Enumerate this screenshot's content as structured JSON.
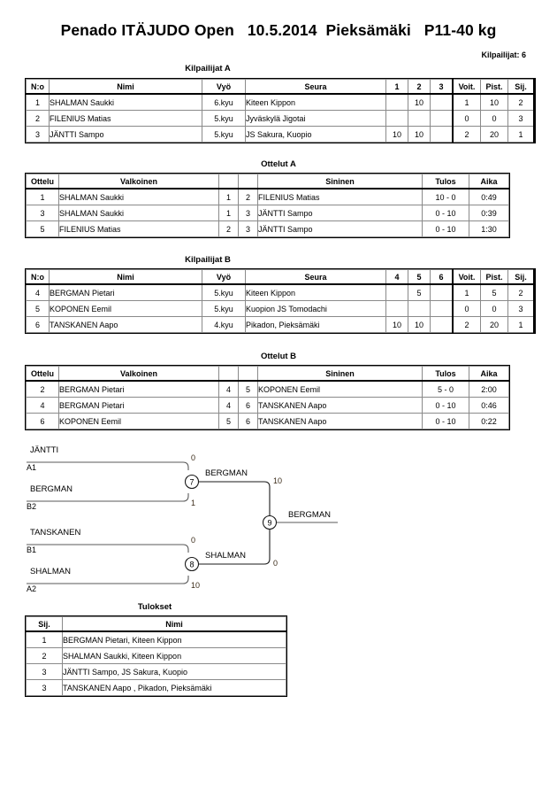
{
  "header": {
    "title": "Penado ITÄJUDO Open   10.5.2014  Pieksämäki   P11-40 kg",
    "entrant_count_label": "Kilpailijat: 6"
  },
  "pool_a": {
    "caption": "Kilpailijat A",
    "columns": [
      "N:o",
      "Nimi",
      "Vyö",
      "Seura",
      "1",
      "2",
      "3",
      "Voit.",
      "Pist.",
      "Sij."
    ],
    "rows": [
      {
        "no": "1",
        "name": "SHALMAN Saukki",
        "belt": "6.kyu",
        "club": "Kiteen Kippon",
        "m1": "",
        "m2": "10",
        "m3": "",
        "wins": "1",
        "points": "10",
        "rank": "2"
      },
      {
        "no": "2",
        "name": "FILENIUS Matias",
        "belt": "5.kyu",
        "club": "Jyväskylä Jigotai",
        "m1": "",
        "m2": "",
        "m3": "",
        "wins": "0",
        "points": "0",
        "rank": "3"
      },
      {
        "no": "3",
        "name": "JÄNTTI Sampo",
        "belt": "5.kyu",
        "club": "JS Sakura, Kuopio",
        "m1": "10",
        "m2": "10",
        "m3": "",
        "wins": "2",
        "points": "20",
        "rank": "1"
      }
    ]
  },
  "bouts_a": {
    "caption": "Ottelut A",
    "columns": [
      "Ottelu",
      "Valkoinen",
      "",
      "",
      "Sininen",
      "Tulos",
      "Aika"
    ],
    "rows": [
      {
        "bout": "1",
        "white": "SHALMAN Saukki",
        "n1": "1",
        "n2": "2",
        "blue": "FILENIUS Matias",
        "result": "10 - 0",
        "time": "0:49"
      },
      {
        "bout": "3",
        "white": "SHALMAN Saukki",
        "n1": "1",
        "n2": "3",
        "blue": "JÄNTTI Sampo",
        "result": "0 - 10",
        "time": "0:39"
      },
      {
        "bout": "5",
        "white": "FILENIUS Matias",
        "n1": "2",
        "n2": "3",
        "blue": "JÄNTTI Sampo",
        "result": "0 - 10",
        "time": "1:30"
      }
    ]
  },
  "pool_b": {
    "caption": "Kilpailijat B",
    "columns": [
      "N:o",
      "Nimi",
      "Vyö",
      "Seura",
      "4",
      "5",
      "6",
      "Voit.",
      "Pist.",
      "Sij."
    ],
    "rows": [
      {
        "no": "4",
        "name": "BERGMAN Pietari",
        "belt": "5.kyu",
        "club": "Kiteen Kippon",
        "m1": "",
        "m2": "5",
        "m3": "",
        "wins": "1",
        "points": "5",
        "rank": "2"
      },
      {
        "no": "5",
        "name": "KOPONEN Eemil",
        "belt": "5.kyu",
        "club": "Kuopion JS Tomodachi",
        "m1": "",
        "m2": "",
        "m3": "",
        "wins": "0",
        "points": "0",
        "rank": "3"
      },
      {
        "no": "6",
        "name": "TANSKANEN Aapo",
        "belt": "4.kyu",
        "club": "Pikadon, Pieksämäki",
        "m1": "10",
        "m2": "10",
        "m3": "",
        "wins": "2",
        "points": "20",
        "rank": "1"
      }
    ]
  },
  "bouts_b": {
    "caption": "Ottelut B",
    "columns": [
      "Ottelu",
      "Valkoinen",
      "",
      "",
      "Sininen",
      "Tulos",
      "Aika"
    ],
    "rows": [
      {
        "bout": "2",
        "white": "BERGMAN Pietari",
        "n1": "4",
        "n2": "5",
        "blue": "KOPONEN Eemil",
        "result": "5 - 0",
        "time": "2:00"
      },
      {
        "bout": "4",
        "white": "BERGMAN Pietari",
        "n1": "4",
        "n2": "6",
        "blue": "TANSKANEN Aapo",
        "result": "0 - 10",
        "time": "0:46"
      },
      {
        "bout": "6",
        "white": "KOPONEN Eemil",
        "n1": "5",
        "n2": "6",
        "blue": "TANSKANEN Aapo",
        "result": "0 - 10",
        "time": "0:22"
      }
    ]
  },
  "bracket": {
    "semifinal_1": {
      "node_number": "7",
      "top": {
        "name": "JÄNTTI",
        "seed": "A1",
        "score": "0"
      },
      "bottom": {
        "name": "BERGMAN",
        "seed": "B2",
        "score": "1"
      },
      "winner": "BERGMAN",
      "winner_score": "10"
    },
    "semifinal_2": {
      "node_number": "8",
      "top": {
        "name": "TANSKANEN",
        "seed": "B1",
        "score": "0"
      },
      "bottom": {
        "name": "SHALMAN",
        "seed": "A2",
        "score": "10"
      },
      "winner": "SHALMAN",
      "winner_score": "0"
    },
    "final": {
      "node_number": "9",
      "winner": "BERGMAN"
    }
  },
  "results": {
    "caption": "Tulokset",
    "columns": [
      "Sij.",
      "Nimi"
    ],
    "rows": [
      {
        "rank": "1",
        "name": "BERGMAN Pietari, Kiteen Kippon"
      },
      {
        "rank": "2",
        "name": "SHALMAN Saukki, Kiteen Kippon"
      },
      {
        "rank": "3",
        "name": "JÄNTTI Sampo, JS Sakura, Kuopio"
      },
      {
        "rank": "3",
        "name": "TANSKANEN Aapo , Pikadon, Pieksämäki"
      }
    ]
  }
}
